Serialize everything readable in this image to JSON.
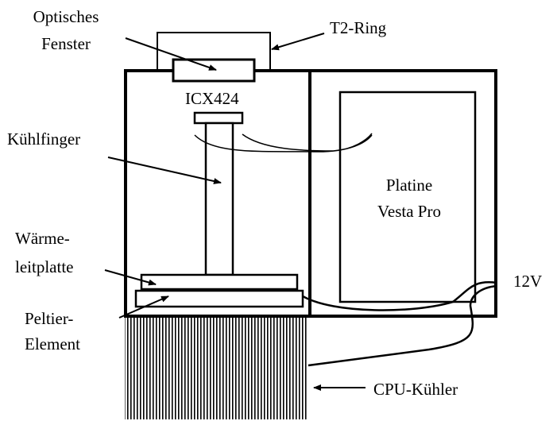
{
  "labels": {
    "optisches_fenster_1": "Optisches",
    "optisches_fenster_2": "Fenster",
    "t2_ring": "T2-Ring",
    "sensor": "ICX424",
    "kuehlfinger": "Kühlfinger",
    "platine_1": "Platine",
    "platine_2": "Vesta Pro",
    "waerme_1": "Wärme-",
    "waerme_2": "leitplatte",
    "voltage": "12V",
    "peltier_1": "Peltier-",
    "peltier_2": "Element",
    "cpu_kuehler": "CPU-Kühler"
  },
  "colors": {
    "line": "#000000",
    "background": "#ffffff"
  }
}
